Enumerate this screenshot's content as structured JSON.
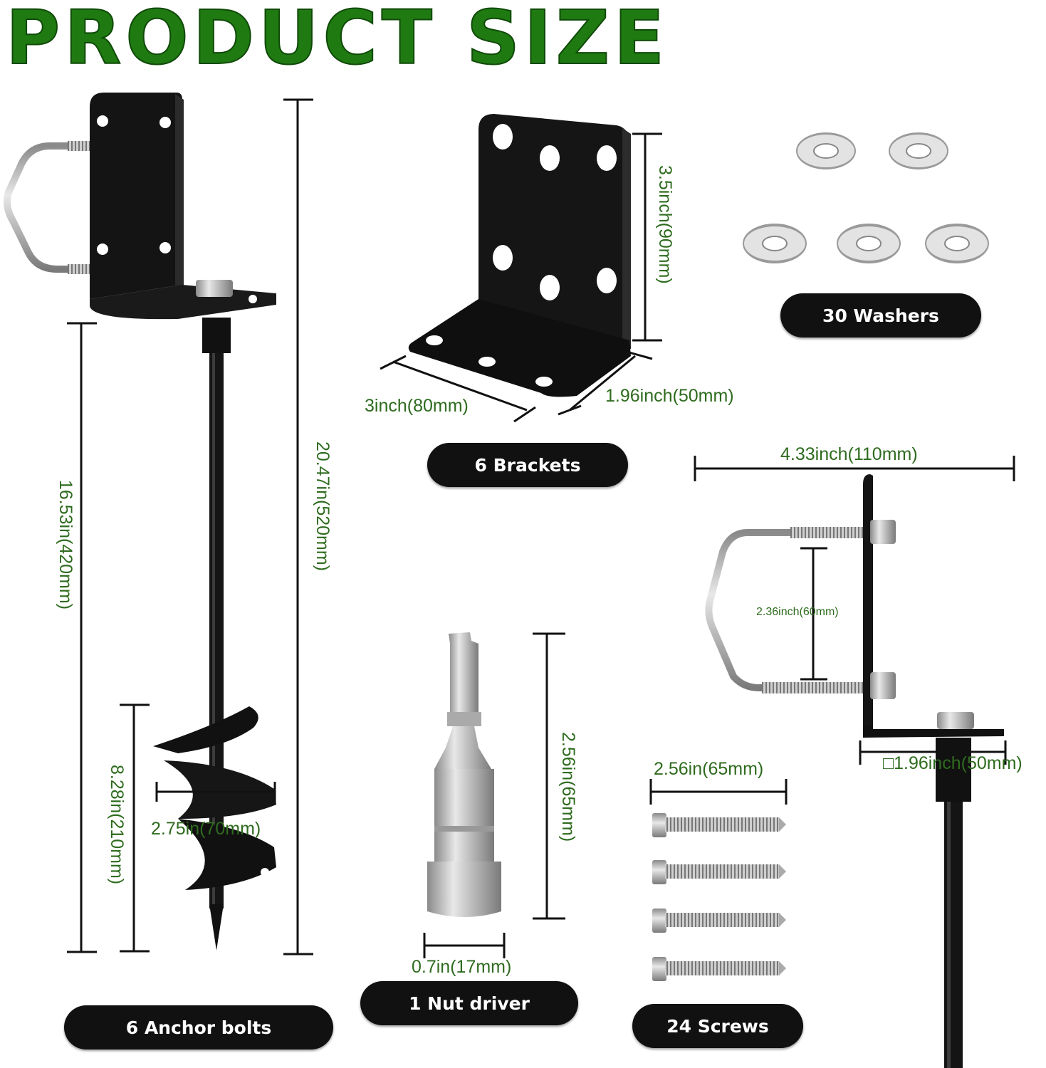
{
  "title": "PRODUCT SIZE",
  "items": {
    "anchor_bolts": "6 Anchor bolts",
    "brackets": "6 Brackets",
    "washers": "30 Washers",
    "nut_driver": "1 Nut driver",
    "screws": "24 Screws"
  },
  "dimensions": {
    "anchor_total": "20.47in(520mm)",
    "anchor_shaft": "16.53in(420mm)",
    "auger_length": "8.28in(210mm)",
    "auger_width": "2.75in(70mm)",
    "bracket_height": "3.5inch(90mm)",
    "bracket_width": "3inch(80mm)",
    "bracket_depth": "1.96inch(50mm)",
    "assembly_width": "4.33inch(110mm)",
    "ubolt_spacing": "2.36inch(60mm)",
    "plate_width": "□1.96inch(50mm)",
    "driver_length": "2.56in(65mm)",
    "driver_width": "0.7in(17mm)",
    "screw_length": "2.56in(65mm)"
  },
  "colors": {
    "title": "#1f7a12",
    "dimension_text": "#2e6b1e",
    "pill_background": "#111111",
    "pill_text": "#ffffff"
  }
}
